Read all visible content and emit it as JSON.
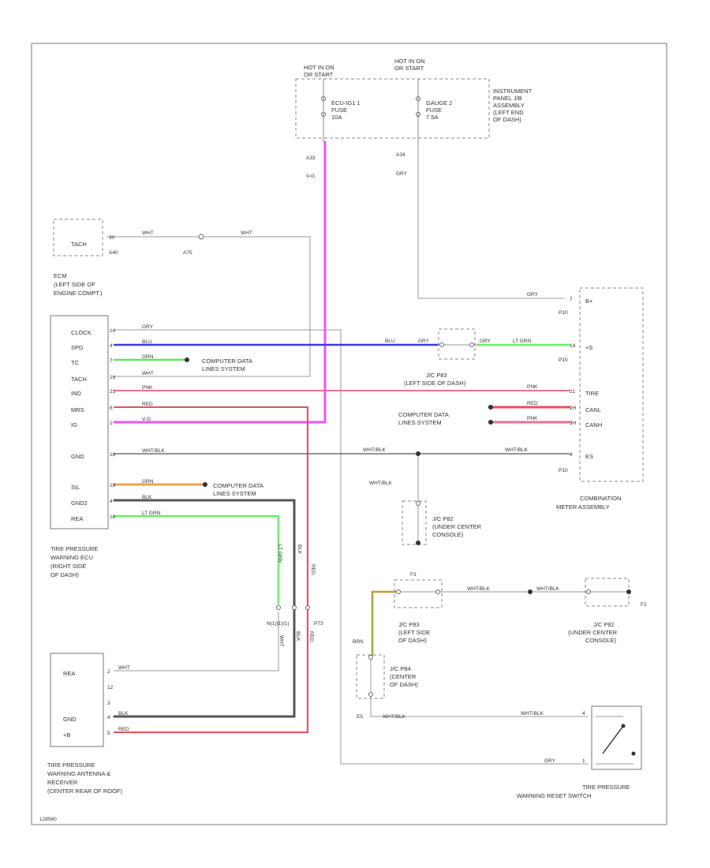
{
  "wire_colors": {
    "gray": "#9a9a9a",
    "blue": "#3b3bdc",
    "green": "#5ee85e",
    "pink": "#ee6f9e",
    "red": "#ee4d57",
    "magenta": "#f055f0",
    "orange": "#f0a055",
    "black": "#555555",
    "ltgreen": "#66ee66",
    "tan": "#b8a030"
  },
  "fuse_box": {
    "power1": "HOT IN ON\nOR START",
    "power2": "HOT IN ON\nOR START",
    "fuse1": "ECU-IG1 1\nFUSE\n10A",
    "fuse2": "GAUGE 2\nFUSE\n7.5A",
    "location": "INSTRUMENT\nPANEL J/B\nASSEMBLY\n(LEFT END\nOF DASH)",
    "conn1": "A33",
    "wire1": "V-G",
    "conn2": "A34",
    "wire2": "GRY"
  },
  "ecm": {
    "pin_label": "TACH",
    "pin_num": "30",
    "conn": "A40",
    "wire": "WHT",
    "mid_conn": "A75",
    "wire_b": "WHT",
    "desc": "ECM\n(LEFT SIDE OF\nENGINE COMPT.)"
  },
  "ecu": {
    "pins": [
      "CLOCK",
      "SPD",
      "TC",
      "TACH",
      "IND",
      "MRS",
      "IG",
      "GND",
      "SIL",
      "GND2",
      "REA"
    ],
    "pin_nums": [
      "14",
      "4",
      "7",
      "16",
      "21",
      "6",
      "1",
      "18",
      "19",
      "4",
      "16"
    ],
    "wires": [
      "GRY",
      "BLU",
      "GRN",
      "WHT",
      "PNK",
      "RED",
      "V-G",
      "WHT/BLK",
      "GRN",
      "BLK",
      "LT GRN"
    ],
    "desc": "TIRE PRESSURE\nWARNING ECU\n(RIGHT SIDE\nOF DASH)"
  },
  "computer_data": "COMPUTER DATA\nLINES SYSTEM",
  "jc1": {
    "desc": "J/C P83\n(LEFT SIDE OF DASH)",
    "wire_in": "BLU",
    "wire_in2": "GRY",
    "wire_out": "GRY",
    "wire_out2": "LT GRN"
  },
  "meter": {
    "desc": "COMBINATION\nMETER ASSEMBLY",
    "pins": [
      "B+",
      "+S",
      "TIRE",
      "CANL",
      "CANH",
      "ES"
    ],
    "conns": [
      "P10",
      "P15",
      "P10"
    ],
    "wires": [
      "GRY",
      "PNK",
      "RED",
      "PNK",
      "WHT/BLK"
    ],
    "pin_nums": [
      "7",
      "14",
      "21",
      "2H",
      "3H",
      "4"
    ]
  },
  "jc2": {
    "desc": "J/C P82\n(UNDER CENTER\nCONSOLE)",
    "wire": "WHT/BLK"
  },
  "jc3": {
    "desc": "J/C P83\n(LEFT SIDE\nOF DASH)",
    "conn": "F3",
    "wire": "WHT/BLK"
  },
  "jc4": {
    "desc": "J/C P82\n(UNDER CENTER\nCONSOLE)",
    "wire": "WHT/BLK",
    "conn": "F2"
  },
  "jc5": {
    "desc": "J/C P84\n(CENTER\nOF DASH)",
    "wire": "BRN"
  },
  "splice": {
    "label": "N(1)(1)(1)",
    "conn": "P73",
    "wires": [
      "LT GRN",
      "BLK",
      "RED"
    ]
  },
  "receiver": {
    "pins": [
      "REA",
      "",
      "",
      "GND",
      "+B"
    ],
    "pin_nums": [
      "2",
      "12",
      "3",
      "4",
      "5"
    ],
    "wires": [
      "WHT",
      "",
      "",
      "BLK",
      "RED"
    ],
    "desc": "TIRE PRESSURE\nWARNING ANTENNA &\nRECEIVER\n(CENTER REAR OF ROOF)"
  },
  "reset_switch": {
    "desc": "TIRE PRESSURE\nWARNING RESET SWITCH",
    "wire1": "WHT/BLK",
    "wire2": "GRY",
    "wire_in": "WHT/BLK",
    "pin1": "E5",
    "pin2": "4",
    "pin3": "1"
  },
  "footer_code": "128560"
}
